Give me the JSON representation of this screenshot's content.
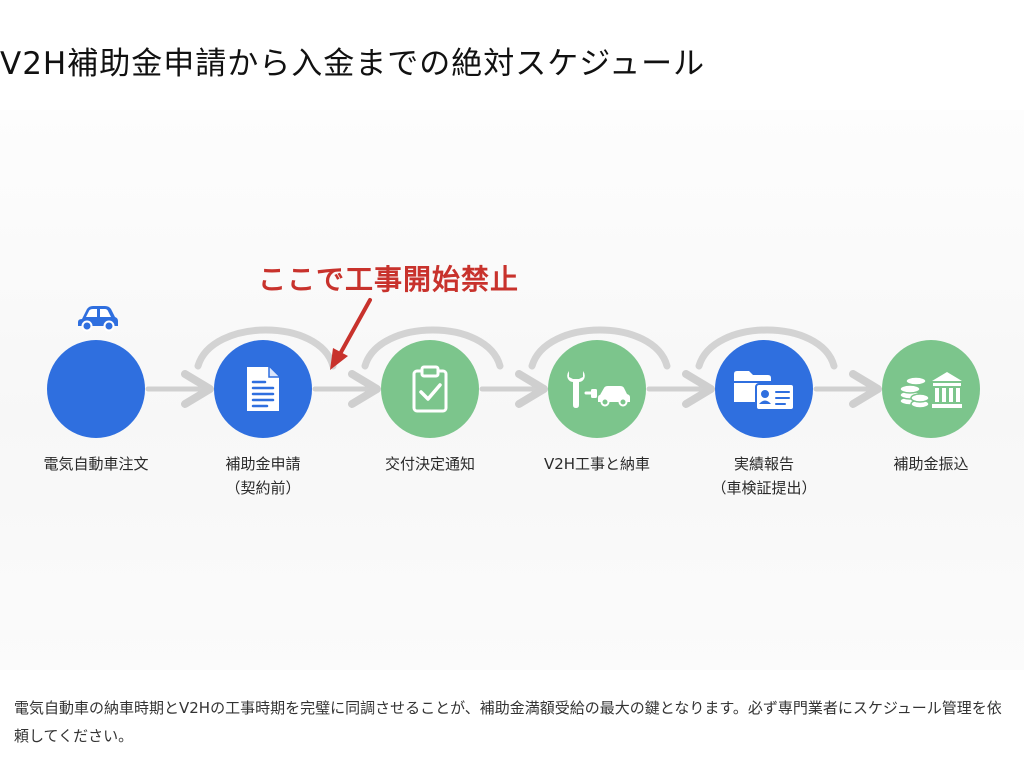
{
  "page": {
    "title": "V2H補助金申請から入金までの絶対スケジュール"
  },
  "diagram": {
    "warning": "ここで工事開始禁止",
    "steps": [
      {
        "label_lines": [
          "電気自動車注文"
        ],
        "color": "#2f6fdf",
        "icon": "car-icon"
      },
      {
        "label_lines": [
          "補助金申請",
          "（契約前）"
        ],
        "color": "#2f6fdf",
        "icon": "document-icon"
      },
      {
        "label_lines": [
          "交付決定通知"
        ],
        "color": "#7cc58c",
        "icon": "clipboard-check-icon"
      },
      {
        "label_lines": [
          "V2H工事と納車"
        ],
        "color": "#7cc58c",
        "icon": "wrench-plug-car-icon"
      },
      {
        "label_lines": [
          "実績報告",
          "（車検証提出）"
        ],
        "color": "#2f6fdf",
        "icon": "folder-id-card-icon"
      },
      {
        "label_lines": [
          "補助金振込"
        ],
        "color": "#7cc58c",
        "icon": "coins-bank-icon"
      }
    ],
    "colors": {
      "blue": "#2f6fdf",
      "green": "#7cc58c",
      "warning_red": "#c8322c",
      "connector_gray": "#d0d0d0"
    }
  },
  "footer": {
    "note": "電気自動車の納車時期とV2Hの工事時期を完璧に同調させることが、補助金満額受給の最大の鍵となります。必ず専門業者にスケジュール管理を依頼してください。"
  }
}
